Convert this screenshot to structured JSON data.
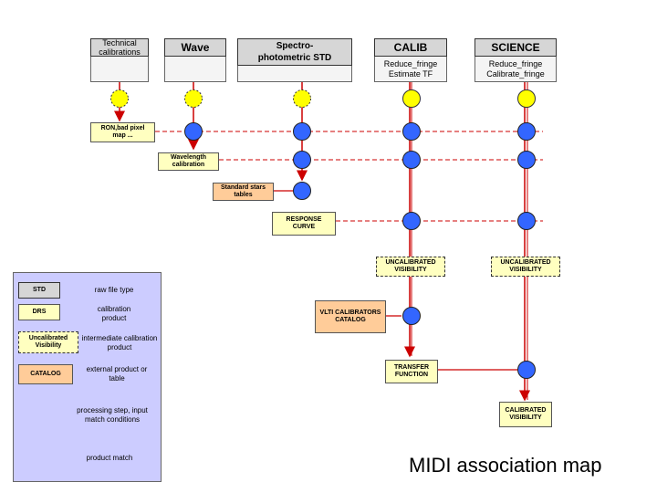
{
  "columns": {
    "technical": {
      "label": "Technical calibrations"
    },
    "wave": {
      "label": "Wave"
    },
    "std": {
      "label": "Spectro-photometric STD"
    },
    "calib": {
      "label": "CALIB",
      "line1": "Reduce_fringe",
      "line2": "Estimate TF"
    },
    "science": {
      "label": "SCIENCE",
      "line1": "Reduce_fringe",
      "line2": "Calibrate_fringe"
    }
  },
  "boxes": {
    "ron": "RON,bad pixel map ...",
    "wavelength": "Wavelength calibration",
    "standard_stars": "Standard stars tables",
    "response": "RESPONSE CURVE",
    "uncal_calib": "UNCALIBRATED VISIBILITY",
    "uncal_science": "UNCALIBRATED VISIBILITY",
    "vlti": "VLTI CALIBRATORS CATALOG",
    "transfer": "TRANSFER FUNCTION",
    "calibrated": "CALIBRATED VISIBILITY"
  },
  "legend": {
    "std_label": "STD",
    "std_desc": "raw file type",
    "drs_label": "DRS",
    "drs_desc": "calibration product",
    "uncal_label": "Uncalibrated Visibility",
    "uncal_desc": "intermediate calibration product",
    "catalog_label": "CATALOG",
    "catalog_desc": "external product or table",
    "step_desc": "processing step, input match conditions",
    "match_desc": "product match"
  },
  "title": "MIDI association map",
  "colors": {
    "flow_line": "#cc0000",
    "match_node": "#3366ff",
    "step_node": "#ffff00",
    "product_fill": "#ffffc0",
    "external_fill": "#ffcc99",
    "legend_fill": "#ccccff",
    "header_fill": "#d6d6d6"
  }
}
